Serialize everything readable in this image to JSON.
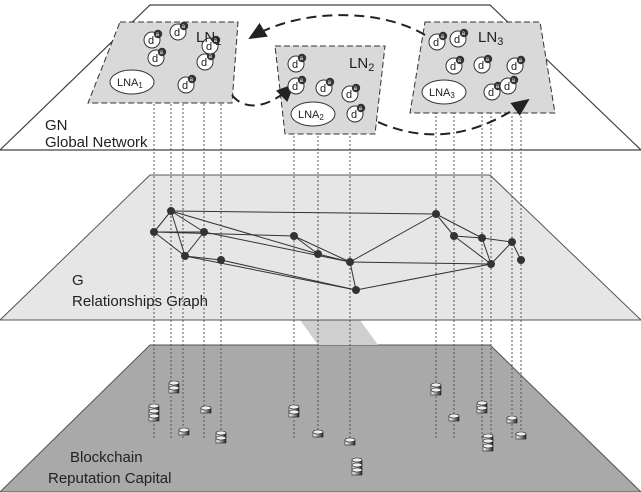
{
  "layers": {
    "top": {
      "code": "GN",
      "name": "Global Network"
    },
    "middle": {
      "code": "G",
      "name": "Relationships Graph"
    },
    "bottom": {
      "line1": "Blockchain",
      "line2": "Reputation Capital"
    }
  },
  "local_networks": [
    {
      "name": "LN",
      "sub": "1",
      "agent": "LNA",
      "agent_sub": "1"
    },
    {
      "name": "LN",
      "sub": "2",
      "agent": "LNA",
      "agent_sub": "2"
    },
    {
      "name": "LN",
      "sub": "3",
      "agent": "LNA",
      "agent_sub": "3"
    }
  ],
  "device": {
    "letter": "d",
    "superscript": "a"
  },
  "colors": {
    "plane_top": "#ffffff",
    "plane_middle": "#e6e6e6",
    "plane_bottom": "#a9a9a9",
    "ln_fill": "#d9d9d9",
    "node": "#333333",
    "stroke": "#333333"
  }
}
